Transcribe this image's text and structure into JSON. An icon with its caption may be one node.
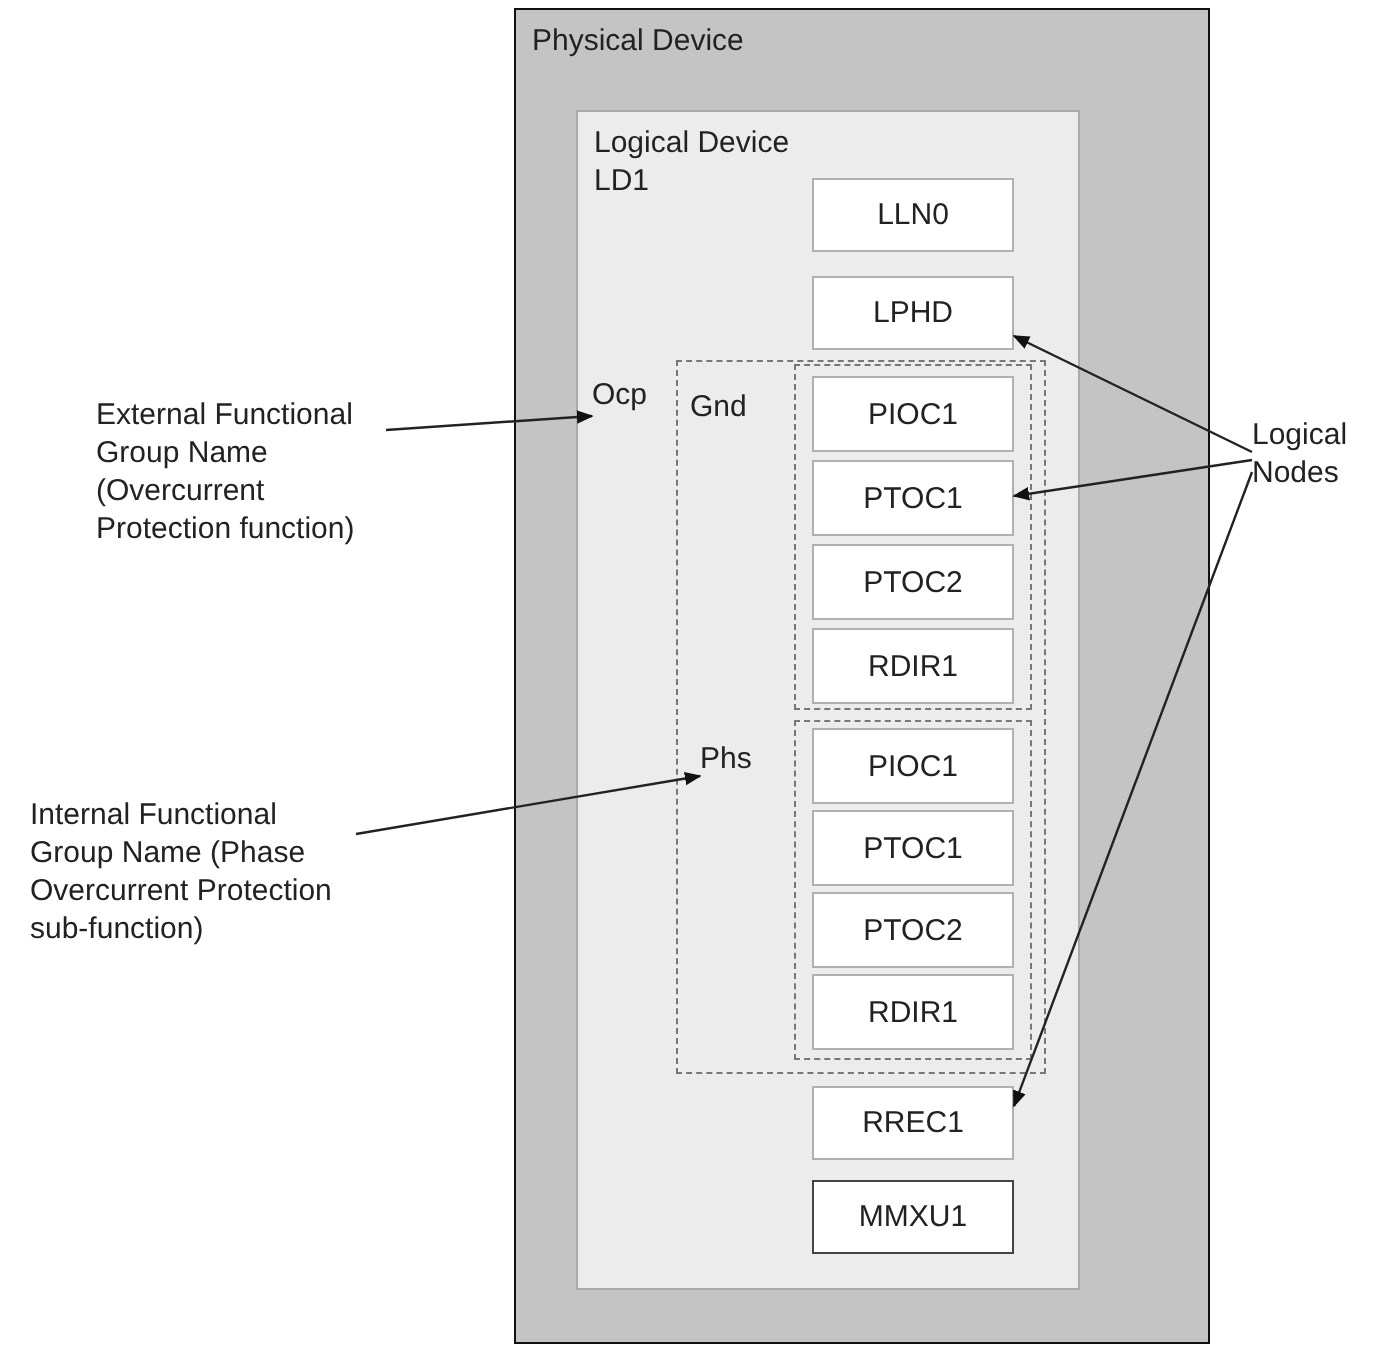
{
  "diagram": {
    "nodes": [
      {
        "text": [
          "Physical Device"
        ]
      },
      {
        "text": [
          "Logical Device",
          "LD1"
        ],
        "in": 0
      },
      {
        "text": [
          "LLN0"
        ],
        "in": 1
      },
      {
        "text": [
          "LPHD"
        ],
        "in": 1
      },
      {
        "text": [
          "Ocp"
        ],
        "in": 1
      },
      {
        "text": [
          "Gnd"
        ],
        "in": 4
      },
      {
        "text": [
          "PIOC1"
        ],
        "in": 5
      },
      {
        "text": [
          "PTOC1"
        ],
        "in": 5
      },
      {
        "text": [
          "PTOC2"
        ],
        "in": 5
      },
      {
        "text": [
          "RDIR1"
        ],
        "in": 5
      },
      {
        "text": [
          "Phs"
        ],
        "in": 4
      },
      {
        "text": [
          "PIOC1"
        ],
        "in": 10
      },
      {
        "text": [
          "PTOC1"
        ],
        "in": 10
      },
      {
        "text": [
          "PTOC2"
        ],
        "in": 10
      },
      {
        "text": [
          "RDIR1"
        ],
        "in": 10
      },
      {
        "text": [
          "RREC1"
        ],
        "in": 1
      },
      {
        "text": [
          "MMXU1"
        ],
        "in": 1
      },
      {
        "text": [
          "External Functional Group Name (Overcurrent Protection function)"
        ]
      },
      {
        "text": [
          "Internal Functional Group Name (Phase Overcurrent Protection sub-function)"
        ]
      },
      {
        "text": [
          "Logical Nodes"
        ]
      }
    ],
    "edges": [
      {
        "from": 17,
        "to": 4,
        "arrow": "to"
      },
      {
        "from": 18,
        "to": 10,
        "arrow": "to"
      },
      {
        "from": 19,
        "to": 3,
        "arrow": "to"
      },
      {
        "from": 19,
        "to": 7,
        "arrow": "to"
      },
      {
        "from": 19,
        "to": 15,
        "arrow": "to"
      }
    ]
  }
}
